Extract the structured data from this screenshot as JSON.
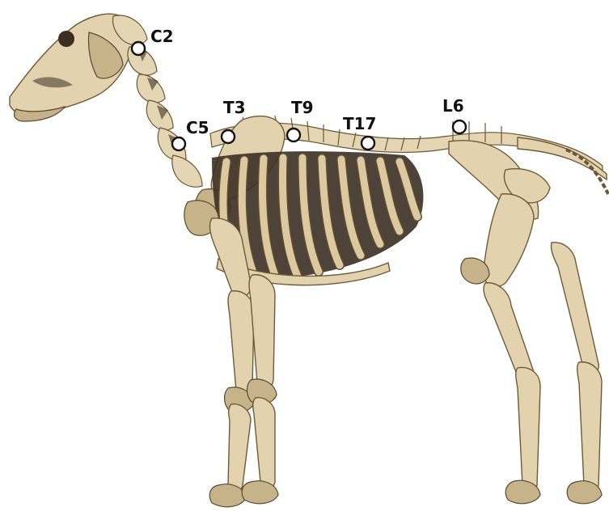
{
  "markers": [
    {
      "id": "C2",
      "label": "C2"
    },
    {
      "id": "C5",
      "label": "C5"
    },
    {
      "id": "T3",
      "label": "T3"
    },
    {
      "id": "T9",
      "label": "T9"
    },
    {
      "id": "T17",
      "label": "T17"
    },
    {
      "id": "L6",
      "label": "L6"
    }
  ],
  "colors": {
    "bone": "#e2d3ae",
    "bone_shadow": "#5a4830",
    "marker_fill": "#ffffff",
    "marker_stroke": "#111111"
  }
}
